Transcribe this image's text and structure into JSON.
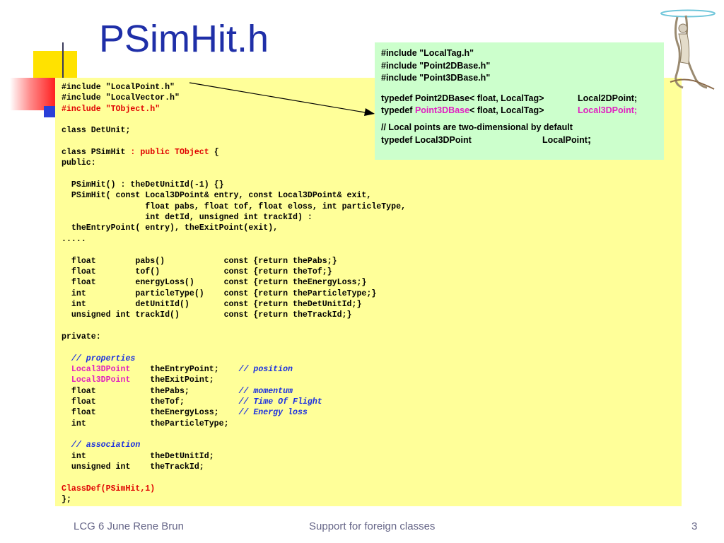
{
  "slide": {
    "title": "PSimHit.h",
    "footer_left": "LCG 6 June  Rene Brun",
    "footer_center": "Support for foreign classes",
    "page_number": "3"
  },
  "include_box": {
    "includes": [
      "#include \"LocalTag.h\"",
      "#include \"Point2DBase.h\"",
      "#include \"Point3DBase.h\""
    ],
    "typedef1": {
      "kw": "typedef",
      "type": "Point2DBase",
      "rest": "< float, LocalTag>",
      "name": "Local2DPoint;"
    },
    "typedef2": {
      "kw": "typedef",
      "type": "Point3DBase",
      "rest": "< float, LocalTag>",
      "name": "Local3DPoint;"
    },
    "comment": "// Local points are two-dimensional by default",
    "typedef3": {
      "decl": "typedef Local3DPoint",
      "name": "LocalPoint",
      "semi": ";"
    }
  },
  "colors": {
    "title": "#1f2fa8",
    "code_background": "#ffff99",
    "include_box_background": "#ccffcc",
    "keyword_red": "#e00000",
    "type_magenta": "#e020c0",
    "comment_blue": "#1a2fe0",
    "footer_text": "#666688"
  },
  "code": {
    "lines": [
      [
        {
          "t": "#include \"LocalPoint.h\""
        }
      ],
      [
        {
          "t": "#include \"LocalVector.h\""
        }
      ],
      [
        {
          "t": "#include \"TObject.h\"",
          "c": "red"
        }
      ],
      [
        {
          "t": ""
        }
      ],
      [
        {
          "t": "class DetUnit;"
        }
      ],
      [
        {
          "t": ""
        }
      ],
      [
        {
          "t": "class PSimHit "
        },
        {
          "t": ": public TObject",
          "c": "red"
        },
        {
          "t": " {"
        }
      ],
      [
        {
          "t": "public:"
        }
      ],
      [
        {
          "t": ""
        }
      ],
      [
        {
          "t": "  PSimHit() : theDetUnitId(-1) {}"
        }
      ],
      [
        {
          "t": "  PSimHit( const Local3DPoint& entry, const Local3DPoint& exit,"
        }
      ],
      [
        {
          "t": "                 float pabs, float tof, float eloss, int particleType,"
        }
      ],
      [
        {
          "t": "                 int detId, unsigned int trackId) :"
        }
      ],
      [
        {
          "t": "  theEntryPoint( entry), theExitPoint(exit),"
        }
      ],
      [
        {
          "t": "....."
        }
      ],
      [
        {
          "t": ""
        }
      ],
      [
        {
          "t": "  float        pabs()            const {return thePabs;}"
        }
      ],
      [
        {
          "t": "  float        tof()             const {return theTof;}"
        }
      ],
      [
        {
          "t": "  float        energyLoss()      const {return theEnergyLoss;}"
        }
      ],
      [
        {
          "t": "  int          particleType()    const {return theParticleType;}"
        }
      ],
      [
        {
          "t": "  int          detUnitId()       const {return theDetUnitId;}"
        }
      ],
      [
        {
          "t": "  unsigned int trackId()         const {return theTrackId;}"
        }
      ],
      [
        {
          "t": ""
        }
      ],
      [
        {
          "t": "private:"
        }
      ],
      [
        {
          "t": ""
        }
      ],
      [
        {
          "t": "  "
        },
        {
          "t": "// properties",
          "c": "comment"
        }
      ],
      [
        {
          "t": "  "
        },
        {
          "t": "Local3DPoint",
          "c": "magenta"
        },
        {
          "t": "    theEntryPoint;    "
        },
        {
          "t": "// position",
          "c": "comment"
        }
      ],
      [
        {
          "t": "  "
        },
        {
          "t": "Local3DPoint",
          "c": "magenta"
        },
        {
          "t": "    theExitPoint;"
        }
      ],
      [
        {
          "t": "  float           thePabs;          "
        },
        {
          "t": "// momentum",
          "c": "comment"
        }
      ],
      [
        {
          "t": "  float           theTof;           "
        },
        {
          "t": "// Time Of Flight",
          "c": "comment"
        }
      ],
      [
        {
          "t": "  float           theEnergyLoss;    "
        },
        {
          "t": "// Energy loss",
          "c": "comment"
        }
      ],
      [
        {
          "t": "  int             theParticleType;"
        }
      ],
      [
        {
          "t": ""
        }
      ],
      [
        {
          "t": "  "
        },
        {
          "t": "// association",
          "c": "comment"
        }
      ],
      [
        {
          "t": "  int             theDetUnitId;"
        }
      ],
      [
        {
          "t": "  unsigned int    theTrackId;"
        }
      ],
      [
        {
          "t": ""
        }
      ],
      [
        {
          "t": "ClassDef(PSimHit,1)",
          "c": "red"
        }
      ],
      [
        {
          "t": "};"
        }
      ]
    ]
  }
}
